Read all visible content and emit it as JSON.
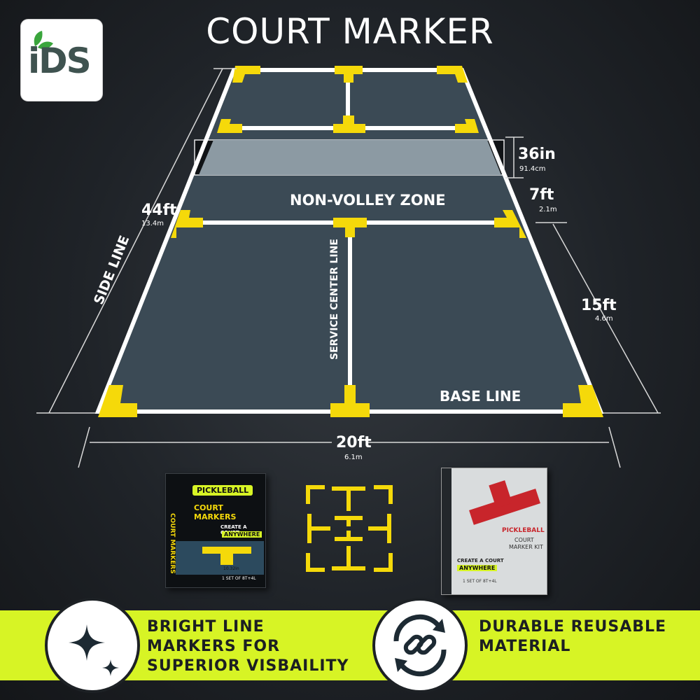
{
  "header": {
    "title": "COURT MARKER",
    "logo_text": "iDS"
  },
  "court": {
    "nvz_label": "NON-VOLLEY ZONE",
    "side_line_label": "SIDE LINE",
    "service_center_label": "SERVICE CENTER LINE",
    "base_line_label": "BASE LINE",
    "length_ft": "44ft",
    "length_m": "13.4m",
    "net_height_in": "36in",
    "net_height_cm": "91.4cm",
    "nvz_depth_ft": "7ft",
    "nvz_depth_m": "2.1m",
    "service_depth_ft": "15ft",
    "service_depth_m": "4.6m",
    "width_ft": "20ft",
    "width_m": "6.1m"
  },
  "products": {
    "box1": {
      "brand": "PICKLEBALL",
      "name": "COURT MARKERS",
      "tagline1": "CREATE A COURT",
      "tagline2": "ANYWHERE",
      "set": "1 SET OF 8T+4L",
      "spine": "COURT MARKERS",
      "dimension": "10.32in"
    },
    "box2": {
      "brand": "PICKLEBALL",
      "name1": "COURT",
      "name2": "MARKER KIT",
      "tagline1": "CREATE A COURT",
      "tagline2": "ANYWHERE",
      "set": "1 SET OF 8T+4L"
    }
  },
  "features": {
    "feature1": [
      "BRIGHT LINE",
      "MARKERS FOR",
      "SUPERIOR VISBAILITY"
    ],
    "feature2": [
      "DURABLE REUSABLE",
      "MATERIAL"
    ],
    "icon1": "sparkle-icon",
    "icon2": "reuse-chain-icon"
  },
  "colors": {
    "marker_yellow": "#f5d90a",
    "court_surface": "#3b4a55",
    "band_green": "#d7f425"
  }
}
